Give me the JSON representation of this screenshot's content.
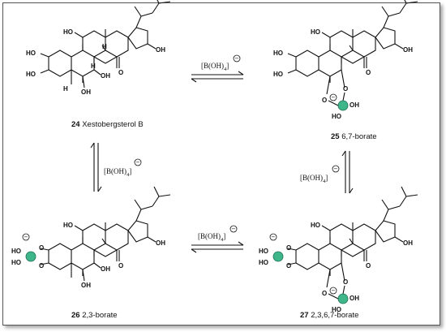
{
  "compounds": [
    {
      "id": "c24",
      "number": "24",
      "name": "Xestobergsterol B"
    },
    {
      "id": "c25",
      "number": "25",
      "name": "6,7-borate"
    },
    {
      "id": "c26",
      "number": "26",
      "name": "2,3-borate"
    },
    {
      "id": "c27",
      "number": "27",
      "name": "2,3,6,7-borate"
    }
  ],
  "reagent_label": "[B(OH)",
  "reagent_subscript": "4",
  "reagent_close": "]",
  "charge_symbol": "−",
  "atoms": {
    "HO": "HO",
    "OH": "OH",
    "O": "O",
    "H": "H"
  },
  "colors": {
    "boron": "#3fb58a",
    "frame": "#555555"
  }
}
